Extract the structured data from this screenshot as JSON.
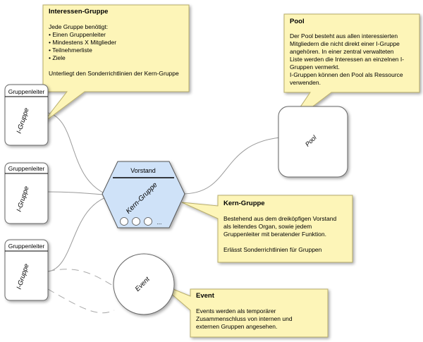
{
  "notes": {
    "interest_group": {
      "title": "Interessen-Gruppe",
      "lines": [
        "Jede Gruppe benötigt:",
        "• Einen Gruppenleiter",
        "• Mindestens X Mitglieder",
        "• Teilnehmerliste",
        "• Ziele",
        "",
        "Unterliegt den Sonderrichtlinien der Kern-Gruppe"
      ]
    },
    "pool": {
      "title": "Pool",
      "lines": [
        "Der Pool besteht aus allen interessierten",
        "Mitgliedern die nicht direkt einer I-Gruppe",
        "angehören. In einer zentral verwalteten",
        "Liste werden die Interessen an einzelnen I-",
        "Gruppen vermerkt.",
        "I-Gruppen können den Pool als Ressource",
        "verwenden."
      ]
    },
    "core_group": {
      "title": "Kern-Gruppe",
      "lines": [
        "Bestehend aus dem dreiköpfigen Vorstand",
        "als leitendes Organ, sowie jedem",
        "Gruppenleiter mit beratender Funktion.",
        "",
        "Erlässt Sonderrichtlinien für Gruppen"
      ]
    },
    "event": {
      "title": "Event",
      "lines": [
        "Events werden als temporärer",
        "Zusammenschluss von internen und",
        "externen Gruppen angesehen."
      ]
    }
  },
  "groups": [
    {
      "leader_label": "Gruppenleiter",
      "group_label": "I-Gruppe"
    },
    {
      "leader_label": "Gruppenleiter",
      "group_label": "I-Gruppe"
    },
    {
      "leader_label": "Gruppenleiter",
      "group_label": "I-Gruppe"
    }
  ],
  "core": {
    "board_label": "Vorstand",
    "name": "Kern-Gruppe",
    "more_label": "...",
    "fill_color": "#cfe2f8"
  },
  "pool_node": {
    "label": "Pool"
  },
  "event_node": {
    "label": "Event"
  },
  "colors": {
    "note_fill": "#fdf5b8",
    "note_stroke": "#b8ad6a",
    "connector": "#9a9a9a"
  }
}
